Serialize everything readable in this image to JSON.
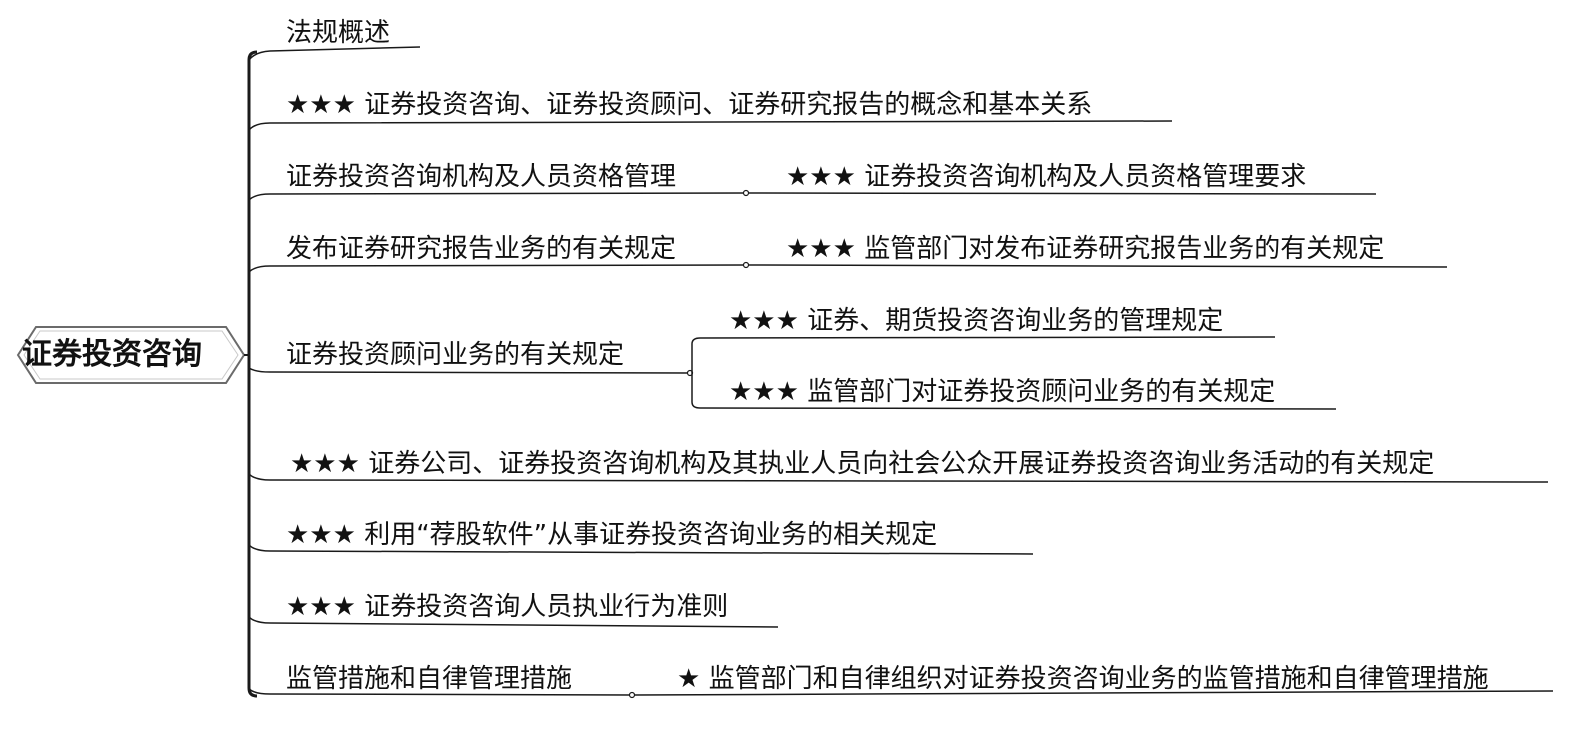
{
  "root": "证券投资咨询",
  "branches": [
    {
      "label": "法规概述",
      "children": []
    },
    {
      "label": "★★★ 证券投资咨询、证券投资顾问、证券研究报告的概念和基本关系",
      "children": []
    },
    {
      "label": "证券投资咨询机构及人员资格管理",
      "children": [
        "★★★ 证券投资咨询机构及人员资格管理要求"
      ]
    },
    {
      "label": "发布证券研究报告业务的有关规定",
      "children": [
        "★★★ 监管部门对发布证券研究报告业务的有关规定"
      ]
    },
    {
      "label": "证券投资顾问业务的有关规定",
      "children": [
        "★★★ 证券、期货投资咨询业务的管理规定",
        "★★★ 监管部门对证券投资顾问业务的有关规定"
      ]
    },
    {
      "label": "★★★ 证券公司、证券投资咨询机构及其执业人员向社会公众开展证券投资咨询业务活动的有关规定",
      "children": []
    },
    {
      "label": "★★★ 利用“荐股软件”从事证券投资咨询业务的相关规定",
      "children": []
    },
    {
      "label": "★★★ 证券投资咨询人员执业行为准则",
      "children": []
    },
    {
      "label": "监管措施和自律管理措施",
      "children": [
        "★ 监管部门和自律组织对证券投资咨询业务的监管措施和自律管理措施"
      ]
    }
  ],
  "colors": {
    "line": "#1a1a1a",
    "text": "#111111",
    "root_border": "#6b6b6b",
    "root_fill": "#ffffff"
  }
}
